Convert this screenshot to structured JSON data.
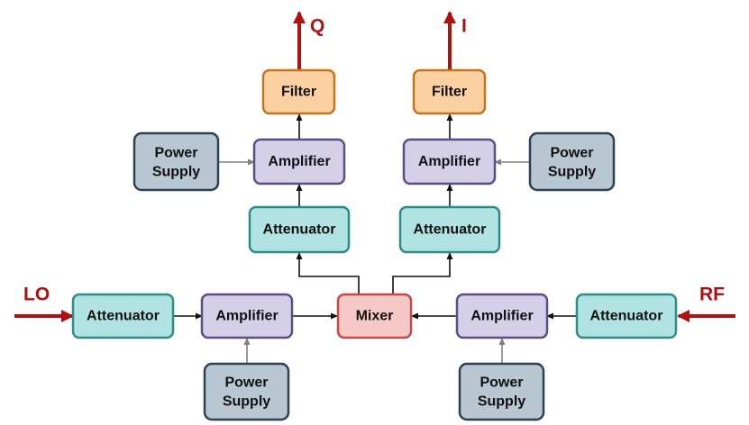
{
  "colors": {
    "filter_fill": "#fcd0a1",
    "filter_stroke": "#c8741c",
    "amplifier_fill": "#d4d0e8",
    "amplifier_stroke": "#5a4e85",
    "attenuator_fill": "#b0e3e1",
    "attenuator_stroke": "#2a8d8b",
    "power_fill": "#b8c7d2",
    "power_stroke": "#2d4250",
    "mixer_fill": "#f6c9c6",
    "mixer_stroke": "#c04a4a",
    "signal_arrow": "#b01010",
    "main_arrow": "#111111",
    "power_arrow": "#808080"
  },
  "signals": {
    "q": "Q",
    "i": "I",
    "lo": "LO",
    "rf": "RF"
  },
  "blocks": {
    "filter_q": "Filter",
    "filter_i": "Filter",
    "amplifier_q": "Amplifier",
    "amplifier_i": "Amplifier",
    "attenuator_q": "Attenuator",
    "attenuator_i": "Attenuator",
    "power_supply_q": [
      "Power",
      "Supply"
    ],
    "power_supply_i": [
      "Power",
      "Supply"
    ],
    "attenuator_lo": "Attenuator",
    "amplifier_lo": "Amplifier",
    "mixer": "Mixer",
    "amplifier_rf": "Amplifier",
    "attenuator_rf": "Attenuator",
    "power_supply_lo": [
      "Power",
      "Supply"
    ],
    "power_supply_rf": [
      "Power",
      "Supply"
    ]
  }
}
